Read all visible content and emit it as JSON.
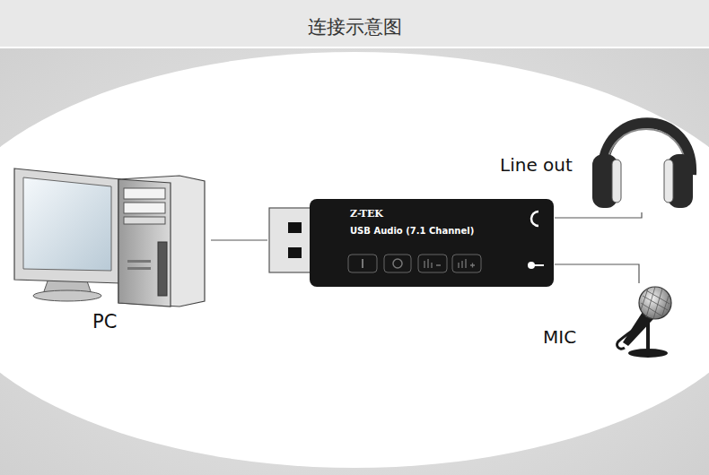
{
  "diagram": {
    "title": "连接示意图",
    "nodes": [
      {
        "text": [
          "PC"
        ]
      },
      {
        "text": [
          "Z-TEK",
          "USB Audio (7.1 Channel)"
        ]
      },
      {
        "text": [
          "Line out"
        ]
      },
      {
        "text": [
          "MIC"
        ]
      }
    ],
    "edges": [
      {
        "from": 0,
        "to": 1,
        "arrow": "none"
      },
      {
        "from": 1,
        "to": 2,
        "arrow": "none"
      },
      {
        "from": 1,
        "to": 3,
        "arrow": "none"
      }
    ]
  }
}
